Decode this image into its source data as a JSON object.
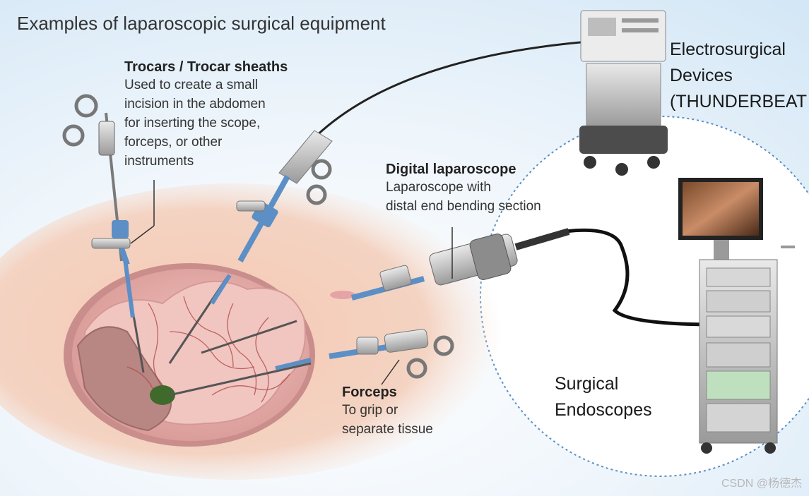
{
  "title": "Examples of laparoscopic surgical equipment",
  "trocars": {
    "heading": "Trocars / Trocar sheaths",
    "lines": [
      "Used to create a small",
      "incision in the abdomen",
      "for inserting the scope,",
      "forceps, or other",
      "instruments"
    ]
  },
  "laparoscope": {
    "heading": "Digital laparoscope",
    "lines": [
      "Laparoscope with",
      "distal end bending section"
    ]
  },
  "forceps": {
    "heading": "Forceps",
    "lines": [
      "To grip or",
      "separate tissue"
    ]
  },
  "electrosurgical": {
    "lines": [
      "Electrosurgical",
      "Devices",
      "(THUNDERBEAT"
    ]
  },
  "endoscopes": {
    "lines": [
      "Surgical",
      "Endoscopes"
    ]
  },
  "watermark": "CSDN @杨德杰",
  "colors": {
    "background_top": "#dcebf7",
    "skin": "#f3cdb8",
    "tissue": "#e9b3b0",
    "instrument_blue": "#5b8fc6",
    "callout_circle_border": "#5b8fc6"
  }
}
